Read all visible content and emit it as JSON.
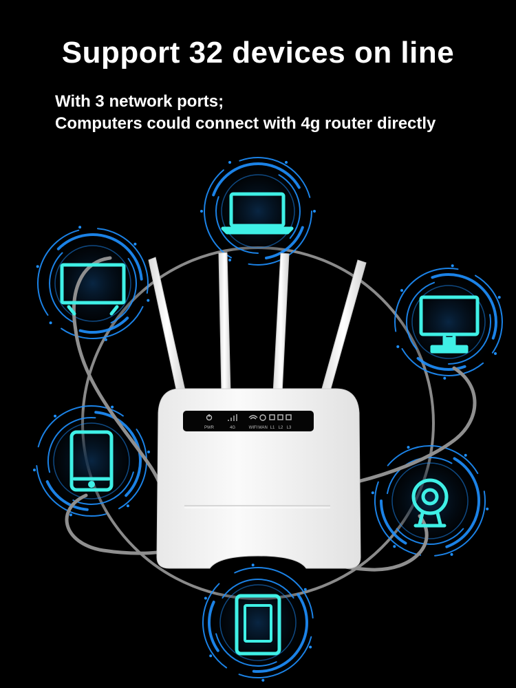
{
  "headline": "Support 32 devices on line",
  "subtitle_lines": [
    "With 3 network ports;",
    "Computers could connect with 4g router directly"
  ],
  "router": {
    "panel_labels": [
      "PWR",
      "4G",
      "WIFI",
      "WAN",
      "L1",
      "L2",
      "L3"
    ]
  },
  "devices": [
    {
      "icon": "laptop-icon"
    },
    {
      "icon": "tv-icon"
    },
    {
      "icon": "monitor-icon"
    },
    {
      "icon": "smartphone-icon"
    },
    {
      "icon": "webcam-icon"
    },
    {
      "icon": "tablet-icon"
    }
  ],
  "colors": {
    "background": "#000000",
    "text": "#ffffff",
    "icon_accent": "#3ff0e6",
    "ring_blue": "#1e90ff",
    "cable_gray": "#8a8a8a",
    "router_white": "#f4f4f4"
  }
}
